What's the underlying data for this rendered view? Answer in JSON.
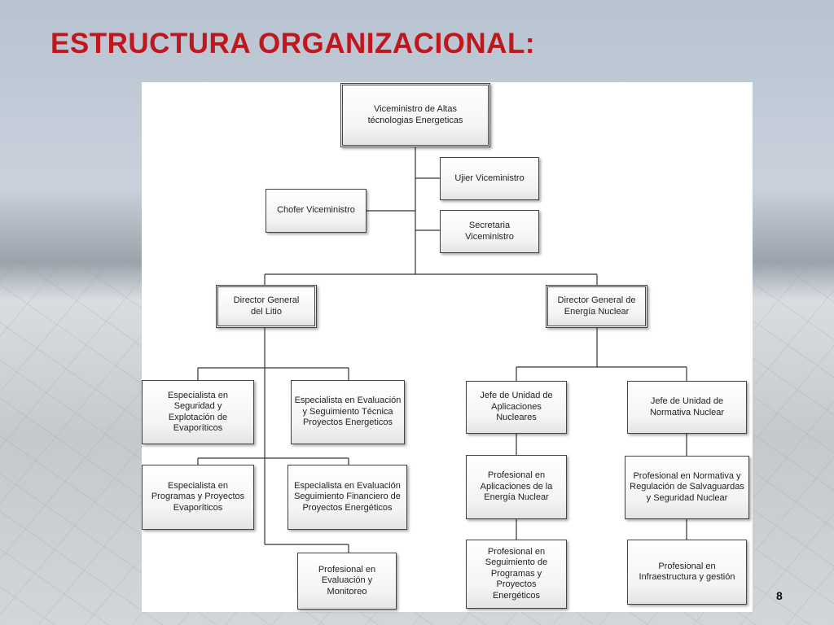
{
  "slide": {
    "title": "ESTRUCTURA ORGANIZACIONAL:",
    "page_number": "8"
  },
  "org": {
    "viceministro": "Viceministro de Altas técnologias Energeticas",
    "ujier": "Ujier Viceministro",
    "chofer": "Chofer Viceministro",
    "secretaria": "Secretaria Viceministro",
    "dir_litio": "Director General del Litio",
    "dir_nuclear": "Director General de Energía Nuclear",
    "esp_seguridad": "Especialista en Seguridad y Explotación de Evaporíticos",
    "esp_eval_tecnica": "Especialista en Evaluación y Seguimiento Técnica Proyectos Energeticos",
    "esp_programas": "Especialista en Programas y Proyectos Evaporíticos",
    "esp_eval_financiero": "Especialista en Evaluación Seguimiento Financiero de Proyectos Energéticos",
    "prof_monitoreo": "Profesional en Evaluación y Monitoreo",
    "jefe_aplicaciones": "Jefe de Unidad de Aplicaciones Nucleares",
    "jefe_normativa": "Jefe de Unidad de Normativa Nuclear",
    "prof_aplicaciones": "Profesional en Aplicaciones de la Energía Nuclear",
    "prof_seguimiento": "Profesional en Seguimiento de Programas y Proyectos Energéticos",
    "prof_normativa": "Profesional en Normativa y Regulación de Salvaguardas y Seguridad Nuclear",
    "prof_infraestructura": "Profesional en Infraestructura y gestión"
  }
}
